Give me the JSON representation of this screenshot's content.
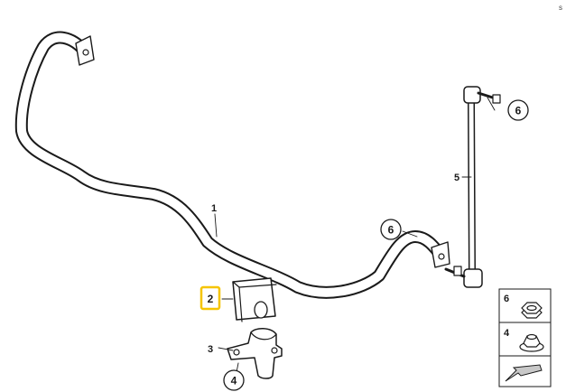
{
  "corner_mark": "s",
  "callouts": {
    "part1": "1",
    "part2": "2",
    "part3": "3",
    "part4": "4",
    "part5": "5",
    "part6_top": "6",
    "part6_mid": "6"
  },
  "legend": {
    "nut6_label": "6",
    "nut4_label": "4"
  },
  "colors": {
    "line": "#1a1a1a",
    "highlight": "#f5c400",
    "arrow_fill": "#c8c8c8"
  },
  "icons": [
    "hex-nut-icon",
    "flange-nut-icon",
    "direction-arrow-icon"
  ]
}
